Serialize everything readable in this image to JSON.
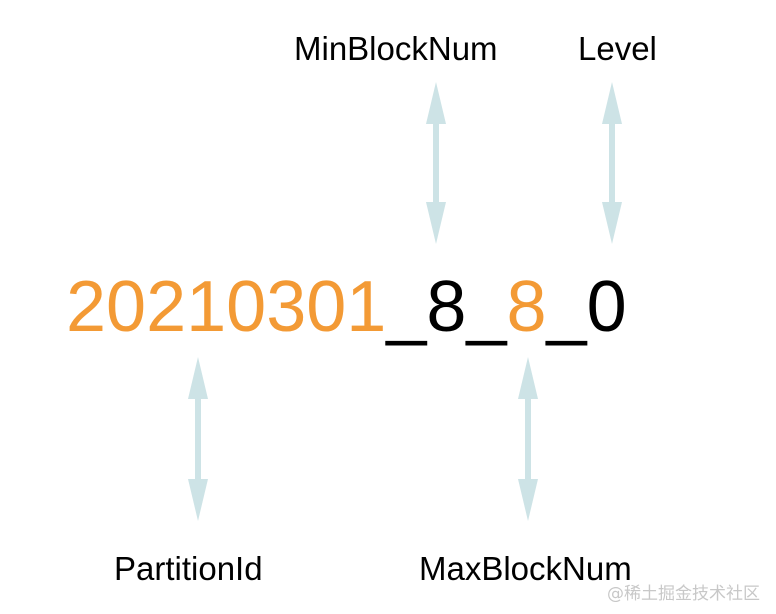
{
  "labels": {
    "min_block_num": "MinBlockNum",
    "level": "Level",
    "partition_id": "PartitionId",
    "max_block_num": "MaxBlockNum"
  },
  "part_name": {
    "partition_id": "20210301",
    "sep1": "_",
    "min_block_num": "8",
    "sep2": "_",
    "max_block_num": "8",
    "sep3": "_",
    "level": "0"
  },
  "colors": {
    "highlight": "#f39a35",
    "text": "#000000",
    "arrow": "#cde3e6"
  },
  "watermark": "@稀土掘金技术社区"
}
